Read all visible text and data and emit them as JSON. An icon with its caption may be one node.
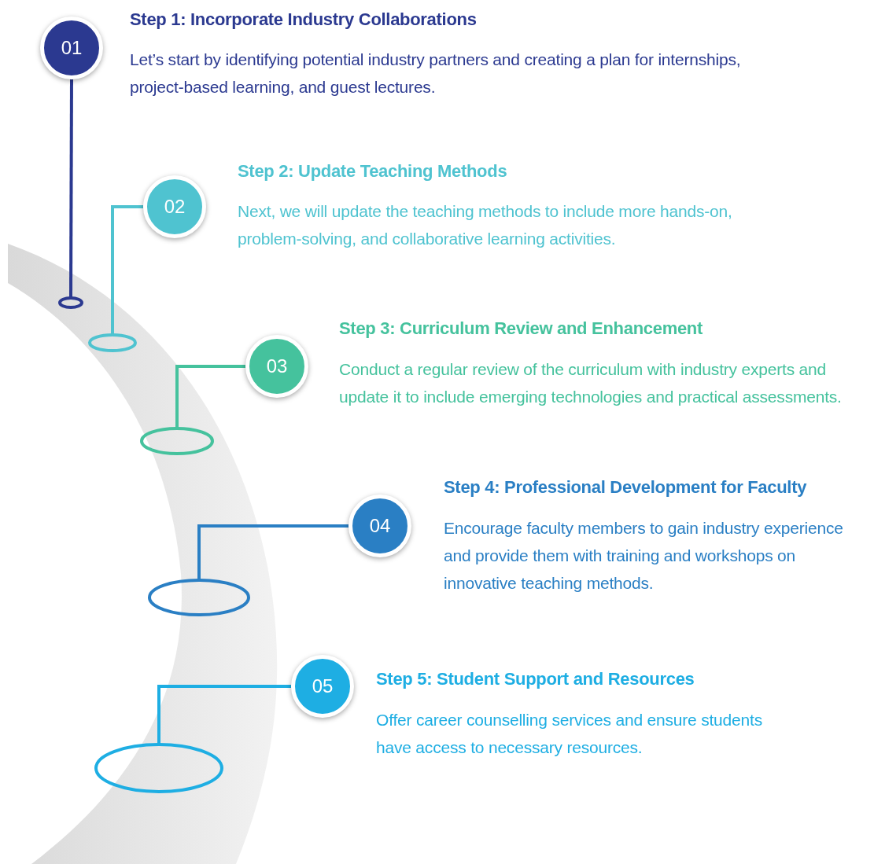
{
  "diagram": {
    "nodes": [
      {
        "text": [
          "01"
        ],
        "beside": [
          "Step 1: Incorporate Industry Collaborations",
          "Let’s start by identifying potential industry partners and creating a plan for internships, project-based learning, and guest lectures."
        ]
      },
      {
        "text": [],
        "shape": "ellipse"
      },
      {
        "text": [
          "02"
        ],
        "beside": [
          "Step 2: Update Teaching Methods",
          "Next, we will update the teaching methods to include more hands-on, problem-solving, and collaborative learning activities."
        ]
      },
      {
        "text": [],
        "shape": "ellipse"
      },
      {
        "text": [
          "03"
        ],
        "beside": [
          "Step 3: Curriculum Review and Enhancement",
          "Conduct a regular review of the curriculum with industry experts and update it to include emerging technologies and practical assessments."
        ]
      },
      {
        "text": [],
        "shape": "ellipse"
      },
      {
        "text": [
          "04"
        ],
        "beside": [
          "Step 4: Professional Development for Faculty",
          "Encourage faculty members to gain industry experience and provide them with training and workshops on innovative teaching methods."
        ]
      },
      {
        "text": [],
        "shape": "ellipse"
      },
      {
        "text": [
          "05"
        ],
        "beside": [
          "Step 5: Student Support and Resources",
          "Offer career counselling services and ensure students have access to necessary resources."
        ]
      },
      {
        "text": [],
        "shape": "ellipse"
      }
    ],
    "edges": [
      {
        "from": 0,
        "to": 1,
        "arrow": "none",
        "color": "#2b3990"
      },
      {
        "from": 2,
        "to": 3,
        "arrow": "none",
        "color": "#4fc3d0"
      },
      {
        "from": 4,
        "to": 5,
        "arrow": "none",
        "color": "#45c29d"
      },
      {
        "from": 6,
        "to": 7,
        "arrow": "none",
        "color": "#2a7fc4"
      },
      {
        "from": 8,
        "to": 9,
        "arrow": "none",
        "color": "#1eaee3"
      }
    ]
  }
}
